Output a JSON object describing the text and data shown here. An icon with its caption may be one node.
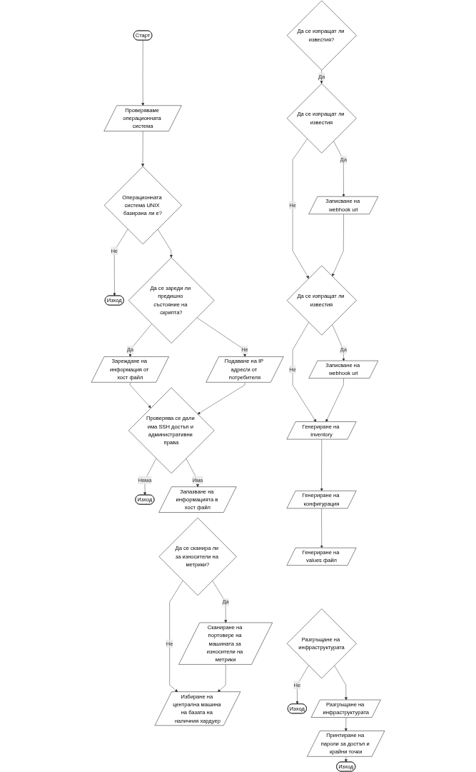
{
  "diagram": {
    "nodes": [
      {
        "text": [
          "Старт"
        ]
      },
      {
        "text": [
          "Проверяваме операционната система"
        ]
      },
      {
        "text": [
          "Операционната система UNIX базирана ли е?"
        ]
      },
      {
        "text": [
          "Изход"
        ]
      },
      {
        "text": [
          "Да се зареди ли предишно състояние на скрипта?"
        ]
      },
      {
        "text": [
          "Зареждане на информация от хост файл"
        ]
      },
      {
        "text": [
          "Подаване на IP адрес/и от потребителя"
        ]
      },
      {
        "text": [
          "Проверява се дали има SSH достъп и административни права"
        ]
      },
      {
        "text": [
          "Изход"
        ]
      },
      {
        "text": [
          "Запазване на информацията в хост файл"
        ]
      },
      {
        "text": [
          "Да се сканира ли за износители на метрики?"
        ]
      },
      {
        "text": [
          "Сканиране на портовере на машината за износители на метрики"
        ]
      },
      {
        "text": [
          "Избиране на централна машина на базата на наличния хардуер"
        ]
      },
      {
        "text": [
          "Да се изпращат ли известия?"
        ]
      },
      {
        "text": [
          "Да се изпращат ли известия"
        ]
      },
      {
        "text": [
          "Записване на webhook url"
        ]
      },
      {
        "text": [
          "Да се изпращат ли известия"
        ]
      },
      {
        "text": [
          "Записване на webhook url"
        ]
      },
      {
        "text": [
          "Генериране на inventory"
        ]
      },
      {
        "text": [
          "Генериране на конфигурация"
        ]
      },
      {
        "text": [
          "Генериране на values файл"
        ]
      },
      {
        "text": [
          "Разгръщане на инфраструктурата"
        ]
      },
      {
        "text": [
          "Изход"
        ]
      },
      {
        "text": [
          "Разгръщане на инфраструктурата"
        ]
      },
      {
        "text": [
          "Принтиране на пароли за достъп и крайни точки"
        ]
      },
      {
        "text": [
          "Изход"
        ]
      }
    ],
    "edges": [
      {
        "from": 0,
        "to": 1,
        "arrow": "to"
      },
      {
        "from": 1,
        "to": 2,
        "arrow": "to"
      },
      {
        "from": 2,
        "to": 3,
        "arrow": "to",
        "label": "Не"
      },
      {
        "from": 2,
        "to": 4,
        "arrow": "to"
      },
      {
        "from": 4,
        "to": 5,
        "arrow": "to",
        "label": "Да"
      },
      {
        "from": 4,
        "to": 6,
        "arrow": "to",
        "label": "Не"
      },
      {
        "from": 5,
        "to": 7,
        "arrow": "to"
      },
      {
        "from": 6,
        "to": 7,
        "arrow": "to"
      },
      {
        "from": 7,
        "to": 8,
        "arrow": "to",
        "label": "Няма"
      },
      {
        "from": 7,
        "to": 9,
        "arrow": "to",
        "label": "Има"
      },
      {
        "from": 10,
        "to": 11,
        "arrow": "to",
        "label": "Да"
      },
      {
        "from": 10,
        "to": 12,
        "arrow": "to",
        "label": "Не"
      },
      {
        "from": 11,
        "to": 12,
        "arrow": "to"
      },
      {
        "from": 13,
        "to": 14,
        "arrow": "to",
        "label": "Да"
      },
      {
        "from": 14,
        "to": 15,
        "arrow": "to",
        "label": "Да"
      },
      {
        "from": 14,
        "to": 16,
        "arrow": "to",
        "label": "Не"
      },
      {
        "from": 15,
        "to": 16,
        "arrow": "to"
      },
      {
        "from": 16,
        "to": 17,
        "arrow": "to",
        "label": "Да"
      },
      {
        "from": 16,
        "to": 18,
        "arrow": "to",
        "label": "Не"
      },
      {
        "from": 17,
        "to": 18,
        "arrow": "to"
      },
      {
        "from": 18,
        "to": 19,
        "arrow": "to"
      },
      {
        "from": 19,
        "to": 20,
        "arrow": "to"
      },
      {
        "from": 21,
        "to": 22,
        "arrow": "to",
        "label": "Не"
      },
      {
        "from": 21,
        "to": 23,
        "arrow": "to"
      },
      {
        "from": 23,
        "to": 24,
        "arrow": "to"
      },
      {
        "from": 24,
        "to": 25,
        "arrow": "to"
      }
    ]
  }
}
